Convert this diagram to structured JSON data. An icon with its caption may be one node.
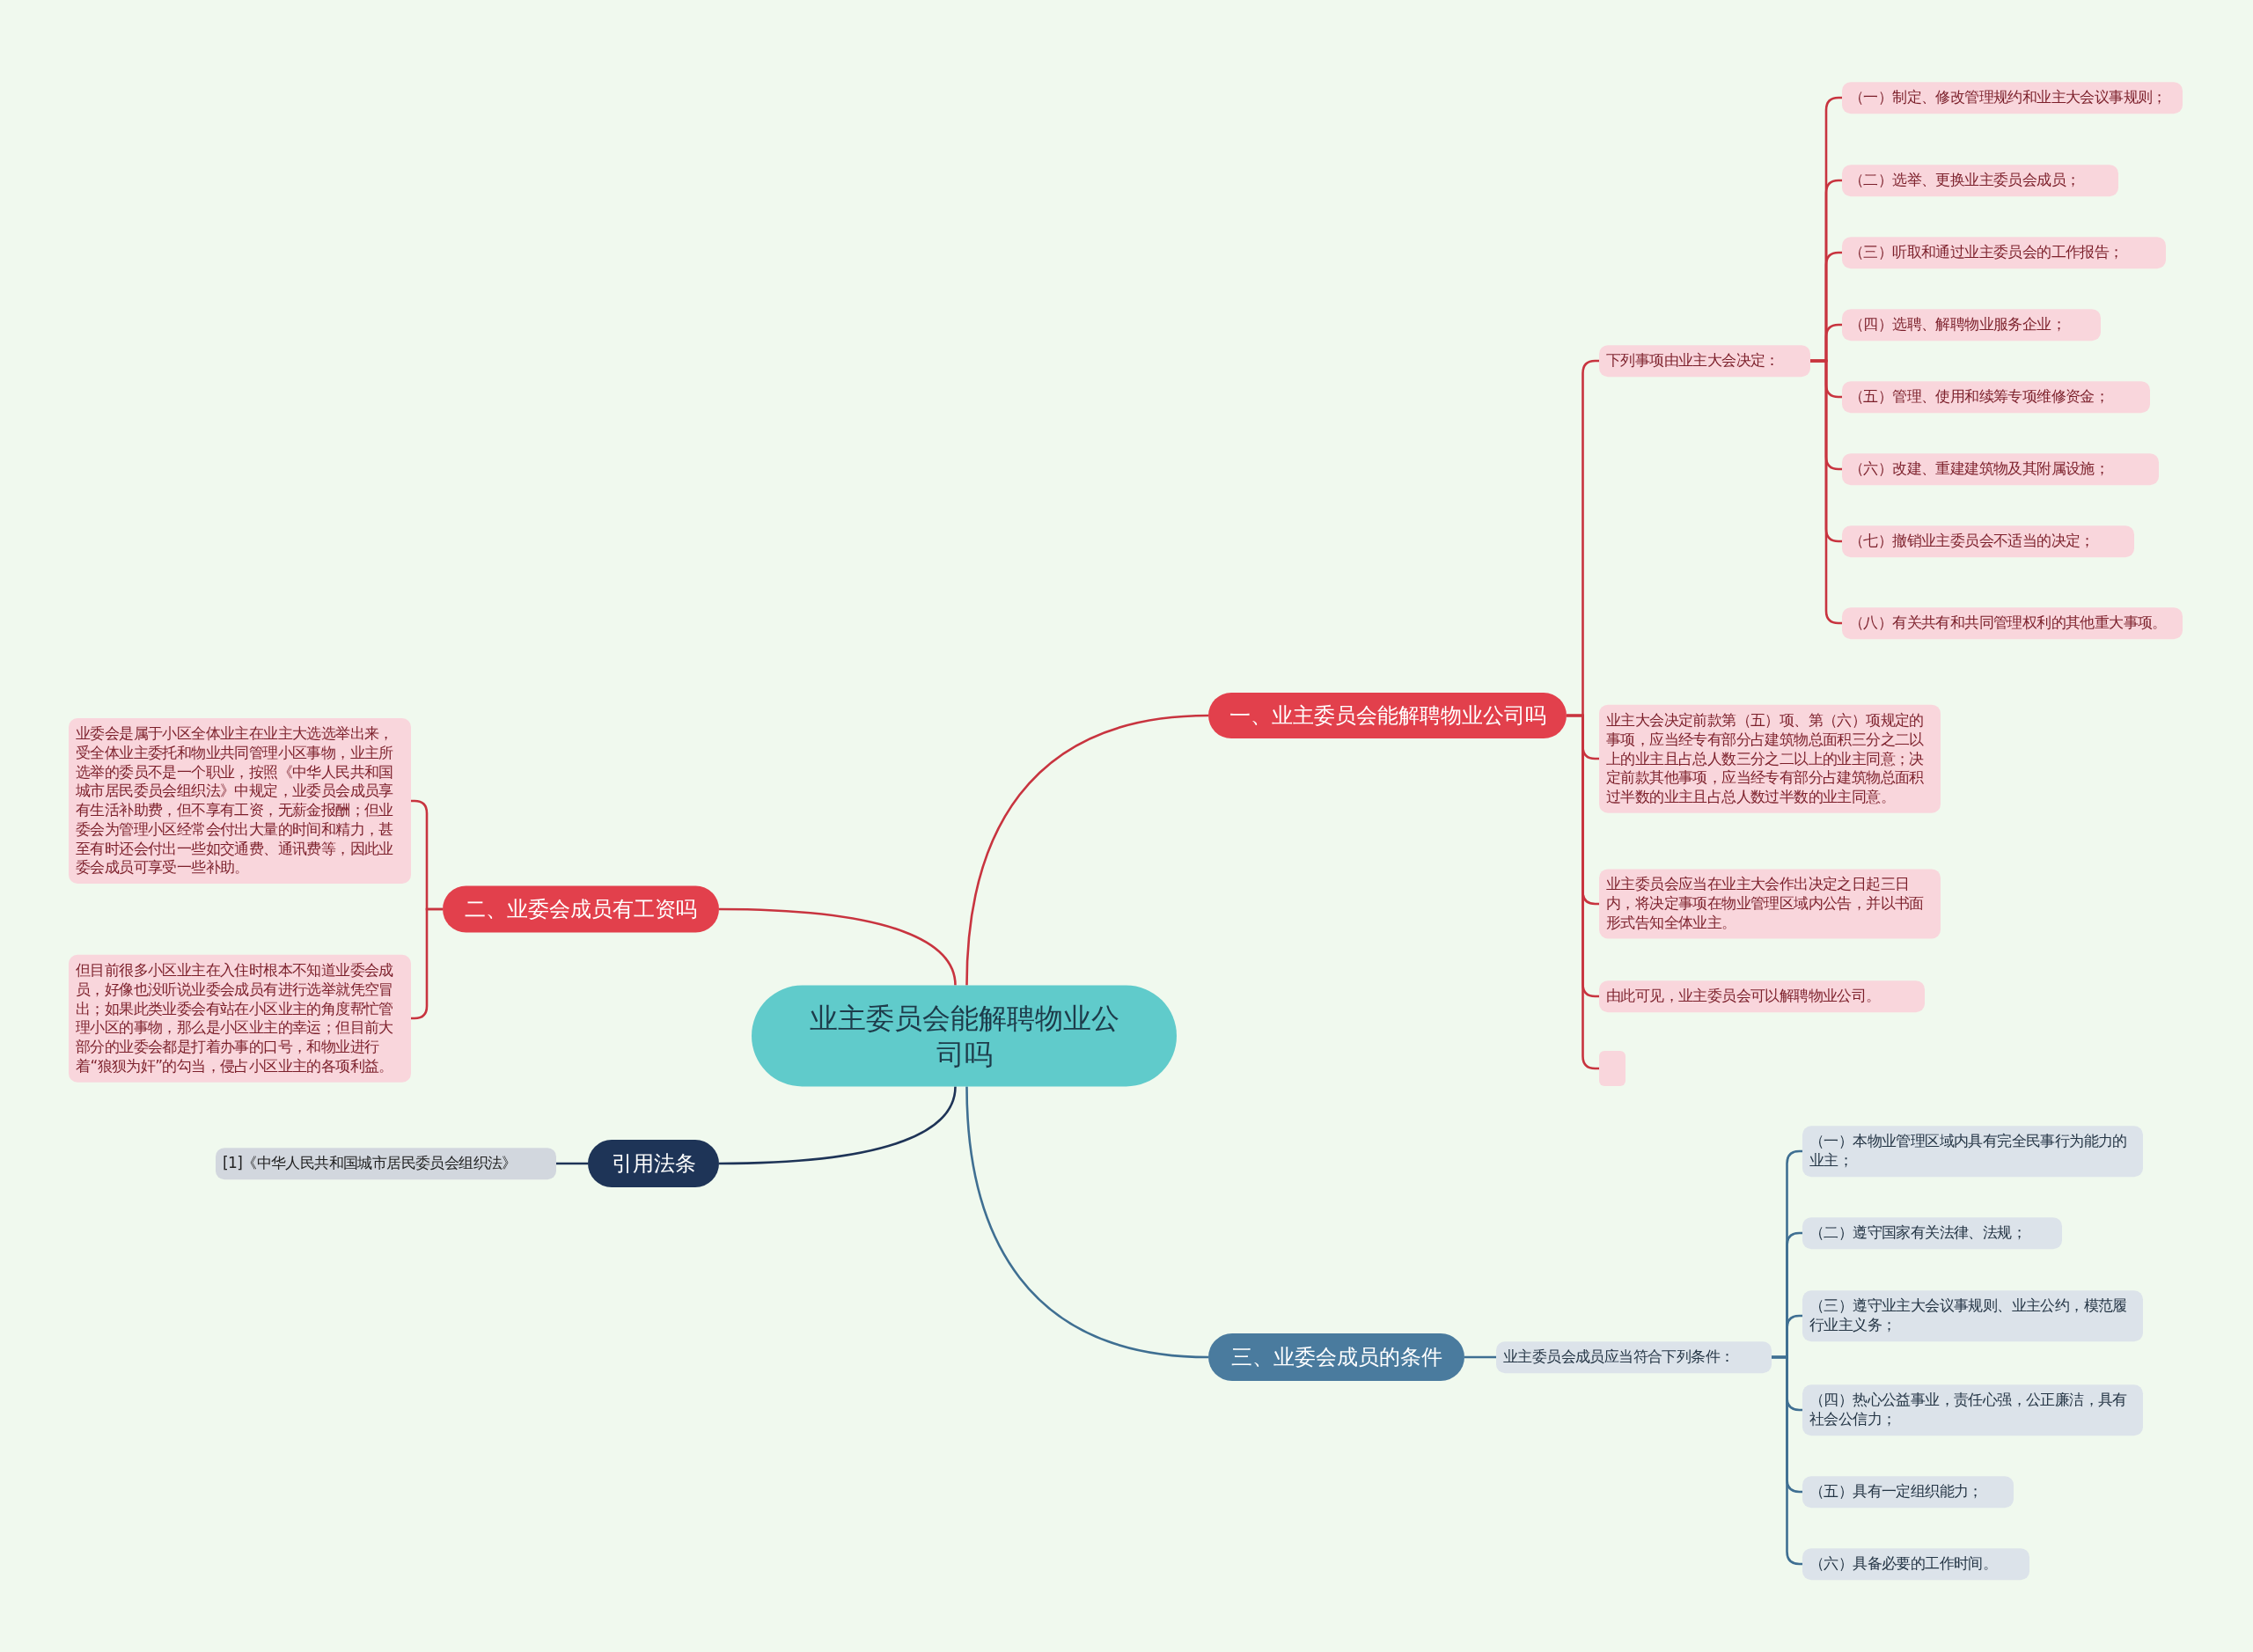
{
  "diagram": {
    "nodes": [
      {
        "text": [
          "业主委员会能解聘物业公司吗"
        ]
      },
      {
        "text": [
          "一、业主委员会能解聘物业公司吗"
        ]
      },
      {
        "text": [
          "下列事项由业主大会决定："
        ]
      },
      {
        "text": [
          "（一）制定、修改管理规约和业主大会议事规则；"
        ]
      },
      {
        "text": [
          "（二）选举、更换业主委员会成员；"
        ]
      },
      {
        "text": [
          "（三）听取和通过业主委员会的工作报告；"
        ]
      },
      {
        "text": [
          "（四）选聘、解聘物业服务企业；"
        ]
      },
      {
        "text": [
          "（五）管理、使用和续筹专项维修资金；"
        ]
      },
      {
        "text": [
          "（六）改建、重建建筑物及其附属设施；"
        ]
      },
      {
        "text": [
          "（七）撤销业主委员会不适当的决定；"
        ]
      },
      {
        "text": [
          "（八）有关共有和共同管理权利的其他重大事项。"
        ]
      },
      {
        "text": [
          "业主大会决定前款第（五）项、第（六）项规定的事项，应当经专有部分占建筑物总面积三分之二以上的业主且占总人数三分之二以上的业主同意；决定前款其他事项，应当经专有部分占建筑物总面积过半数的业主且占总人数过半数的业主同意。"
        ]
      },
      {
        "text": [
          "业主委员会应当在业主大会作出决定之日起三日内，将决定事项在物业管理区域内公告，并以书面形式告知全体业主。"
        ]
      },
      {
        "text": [
          "由此可见，业主委员会可以解聘物业公司。"
        ]
      },
      {
        "text": [],
        "shape": "box"
      },
      {
        "text": [
          "二、业委会成员有工资吗"
        ]
      },
      {
        "text": [
          "业委会是属于小区全体业主在业主大选选举出来，受全体业主委托和物业共同管理小区事物，业主所选举的委员不是一个职业，按照《中华人民共和国城市居民委员会组织法》中规定，业委员会成员享有生活补助费，但不享有工资，无薪金报酬；但业委会为管理小区经常会付出大量的时间和精力，甚至有时还会付出一些如交通费、通讯费等，因此业委会成员可享受一些补助。"
        ]
      },
      {
        "text": [
          "但目前很多小区业主在入住时根本不知道业委会成员，好像也没听说业委会成员有进行选举就凭空冒出；如果此类业委会有站在小区业主的角度帮忙管理小区的事物，那么是小区业主的幸运；但目前大部分的业委会都是打着办事的口号，和物业进行着“狼狈为奸”的勾当，侵占小区业主的各项利益。"
        ]
      },
      {
        "text": [
          "引用法条"
        ]
      },
      {
        "text": [
          "[1]《中华人民共和国城市居民委员会组织法》"
        ]
      },
      {
        "text": [
          "三、业委会成员的条件"
        ]
      },
      {
        "text": [
          "业主委员会成员应当符合下列条件："
        ]
      },
      {
        "text": [
          "（一）本物业管理区域内具有完全民事行为能力的业主；"
        ]
      },
      {
        "text": [
          "（二）遵守国家有关法律、法规；"
        ]
      },
      {
        "text": [
          "（三）遵守业主大会议事规则、业主公约，模范履行业主义务；"
        ]
      },
      {
        "text": [
          "（四）热心公益事业，责任心强，公正廉洁，具有社会公信力；"
        ]
      },
      {
        "text": [
          "（五）具有一定组织能力；"
        ]
      },
      {
        "text": [
          "（六）具备必要的工作时间。"
        ]
      }
    ],
    "edges": [
      {
        "from": 0,
        "to": 1,
        "arrow": "none"
      },
      {
        "from": 1,
        "to": 2,
        "arrow": "none"
      },
      {
        "from": 2,
        "to": 3,
        "arrow": "none"
      },
      {
        "from": 2,
        "to": 4,
        "arrow": "none"
      },
      {
        "from": 2,
        "to": 5,
        "arrow": "none"
      },
      {
        "from": 2,
        "to": 6,
        "arrow": "none"
      },
      {
        "from": 2,
        "to": 7,
        "arrow": "none"
      },
      {
        "from": 2,
        "to": 8,
        "arrow": "none"
      },
      {
        "from": 2,
        "to": 9,
        "arrow": "none"
      },
      {
        "from": 2,
        "to": 10,
        "arrow": "none"
      },
      {
        "from": 1,
        "to": 11,
        "arrow": "none"
      },
      {
        "from": 1,
        "to": 12,
        "arrow": "none"
      },
      {
        "from": 1,
        "to": 13,
        "arrow": "none"
      },
      {
        "from": 1,
        "to": 14,
        "arrow": "none"
      },
      {
        "from": 0,
        "to": 15,
        "arrow": "none"
      },
      {
        "from": 15,
        "to": 16,
        "arrow": "none"
      },
      {
        "from": 15,
        "to": 17,
        "arrow": "none"
      },
      {
        "from": 0,
        "to": 18,
        "arrow": "none",
        "color": "#1e3457"
      },
      {
        "from": 18,
        "to": 19,
        "arrow": "none",
        "color": "#1e3457"
      },
      {
        "from": 0,
        "to": 20,
        "arrow": "none",
        "color": "#3f6f92"
      },
      {
        "from": 20,
        "to": 21,
        "arrow": "none",
        "color": "#3f6f92"
      },
      {
        "from": 21,
        "to": 22,
        "arrow": "none",
        "color": "#3f6f92"
      },
      {
        "from": 21,
        "to": 23,
        "arrow": "none",
        "color": "#3f6f92"
      },
      {
        "from": 21,
        "to": 24,
        "arrow": "none",
        "color": "#3f6f92"
      },
      {
        "from": 21,
        "to": 25,
        "arrow": "none",
        "color": "#3f6f92"
      },
      {
        "from": 21,
        "to": 26,
        "arrow": "none",
        "color": "#3f6f92"
      },
      {
        "from": 21,
        "to": 27,
        "arrow": "none",
        "color": "#3f6f92"
      }
    ]
  }
}
